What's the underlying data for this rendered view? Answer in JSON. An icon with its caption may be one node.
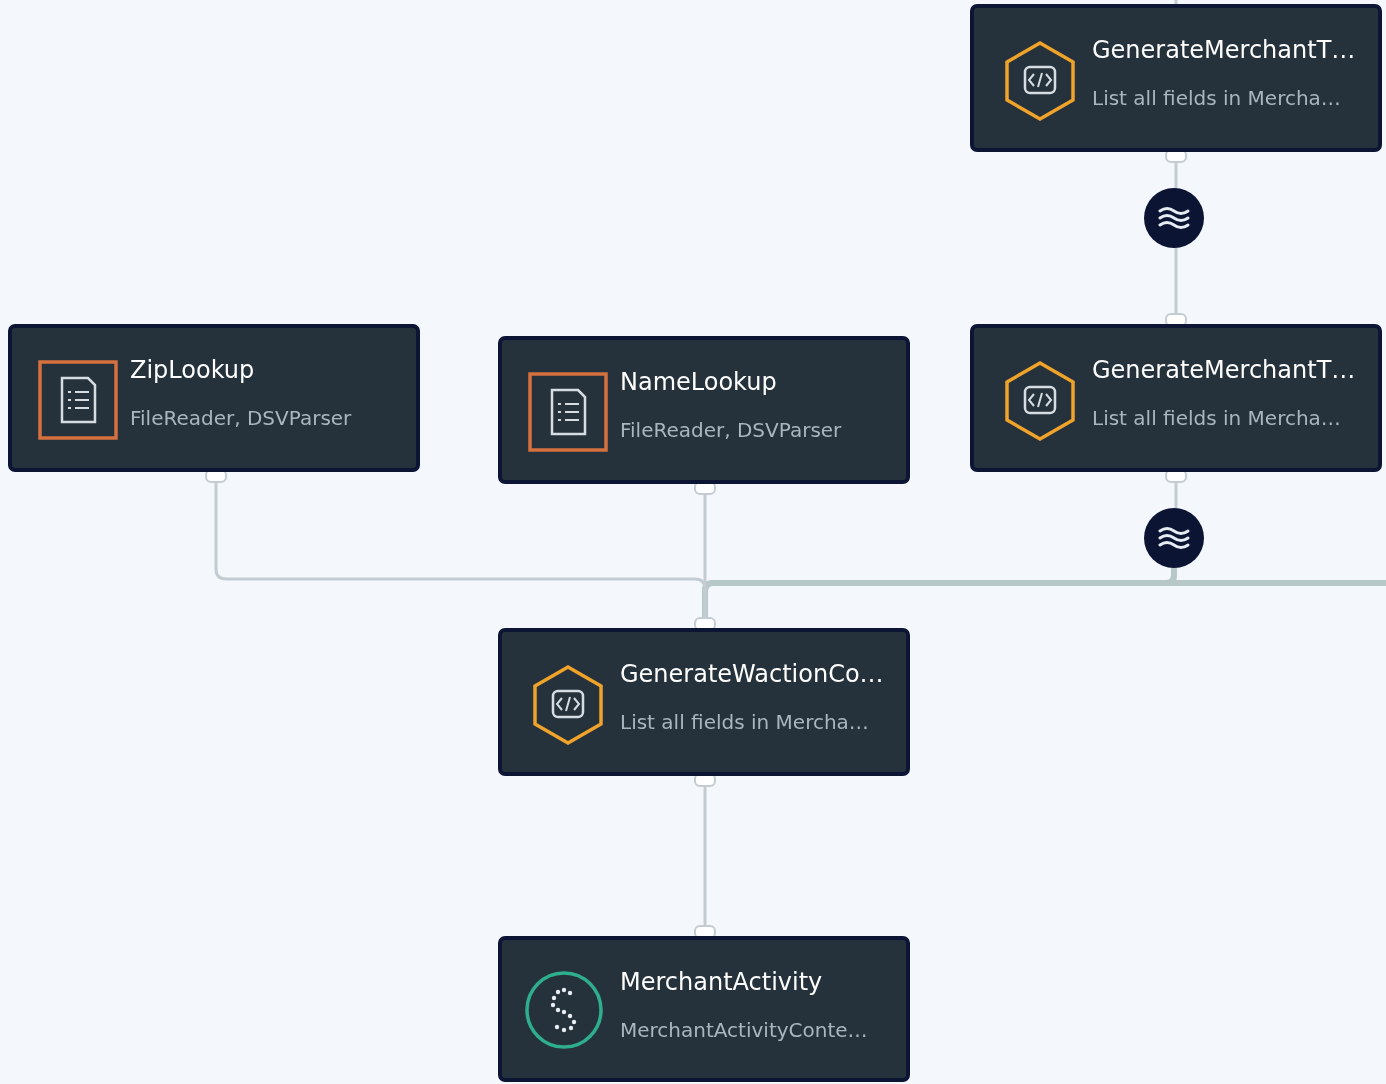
{
  "diagram": {
    "nodes": [
      {
        "text": [
          "GenerateMerchantT…",
          "List all fields in Mercha…"
        ]
      },
      {
        "text": [],
        "shape": "circle"
      },
      {
        "text": [
          "ZipLookup",
          "FileReader, DSVParser"
        ]
      },
      {
        "text": [
          "NameLookup",
          "FileReader, DSVParser"
        ]
      },
      {
        "text": [
          "GenerateMerchantT…",
          "List all fields in Mercha…"
        ]
      },
      {
        "text": [],
        "shape": "circle"
      },
      {
        "text": [
          "GenerateWactionCo…",
          "List all fields in Mercha…"
        ]
      },
      {
        "text": [
          "MerchantActivity",
          "MerchantActivityConte…"
        ]
      }
    ],
    "edges": [
      {
        "from": null,
        "to": 0,
        "arrow": "none"
      },
      {
        "from": 0,
        "to": 1,
        "arrow": "other"
      },
      {
        "from": 1,
        "to": 4,
        "arrow": "other"
      },
      {
        "from": 4,
        "to": 5,
        "arrow": "other"
      },
      {
        "from": 5,
        "to": 6,
        "arrow": "none",
        "style": "thick"
      },
      {
        "from": null,
        "to": 6,
        "arrow": "none",
        "style": "thick"
      },
      {
        "from": 2,
        "to": 6,
        "arrow": "other"
      },
      {
        "from": 3,
        "to": 6,
        "arrow": "other"
      },
      {
        "from": 6,
        "to": 7,
        "arrow": "other"
      }
    ]
  }
}
